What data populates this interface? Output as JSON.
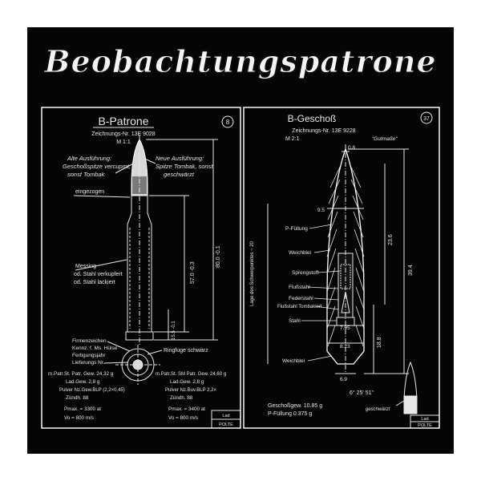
{
  "title": "Beobachtungspatrone",
  "left_sheet": {
    "heading": "B-Patrone",
    "drawing_no": "Zeichnungs-Nr. 13E 9028",
    "scale": "M 1:1",
    "sheet_number": "8",
    "old_version": [
      "Alte Ausführung:",
      "Geschoßspitze vercupmt,",
      "sonst Tombak"
    ],
    "new_version": [
      "Neue Ausführung:",
      "Spitze Tombak, sonst",
      "geschwärzt"
    ],
    "eingezogen": "eingezogen",
    "material": [
      "Messing",
      "od. Stahl verkupfert",
      "od. Stahl lackiert"
    ],
    "dim_total": "80.0 -0.1",
    "dim_case": "57.0 -0.3",
    "dim_rim": "15.5 -0.1",
    "ringfuge": "Ringfuge schwarz",
    "head_marks": [
      "Firmenzeichen",
      "Kennz. f. Ms. Hülse",
      "Fertigungsjahr",
      "Lieferungs Nr."
    ],
    "specs_left": [
      "m.Patr.St. Patr. Gew. 24,32 g",
      "Lad.Gew.      2,9 g",
      "Pulver Nz.Gew.BLP (2,2×0,45)",
      "Zündh. 88",
      "Pmax. =     3300 at",
      "Vo      =      800 m/s"
    ],
    "specs_right": [
      "m.Patr.St. SM Patr. Gew. 24,60 g",
      "Lad.Gew.      2,8 g",
      "Pulver Nz.Buv.BLP 2,2×",
      "Zündh. 88",
      "Pmax. =      3400 at",
      "Vo      =   800 m/s"
    ],
    "corner_mark": "Lad",
    "maker": "POLTE"
  },
  "right_sheet": {
    "heading": "B-Geschoß",
    "drawing_no": "Zeichnungs-Nr. 13E 9228",
    "scale": "M 2:1",
    "gutmasse": "\"Gutmaße\"",
    "sheet_number": "37",
    "dim_tip": "0.8",
    "dim_body_w": "9.5",
    "labels": [
      "P-Füllung",
      "Weichblei",
      "Sprengstoff",
      "Flußstahl",
      "Federstahl",
      "Flußstahl Tombakiert",
      "Stahl",
      "Weichblei"
    ],
    "lage": "Lage des Schwerpunktes ~ 20",
    "dim_a": "23.6",
    "dim_b": "39.4",
    "dim_c": "18.8",
    "dim_d": "7.95",
    "dim_e": "8.23",
    "dim_f": "6.9",
    "angle": "6° 25' 51\"",
    "geschossgew": "Geschoßgew. 10.85 g",
    "pfuellung": "P-Füllung     0.375 g",
    "geschwaerzt": "geschwärzt",
    "corner_mark": "Lad",
    "maker": "POLTE"
  }
}
